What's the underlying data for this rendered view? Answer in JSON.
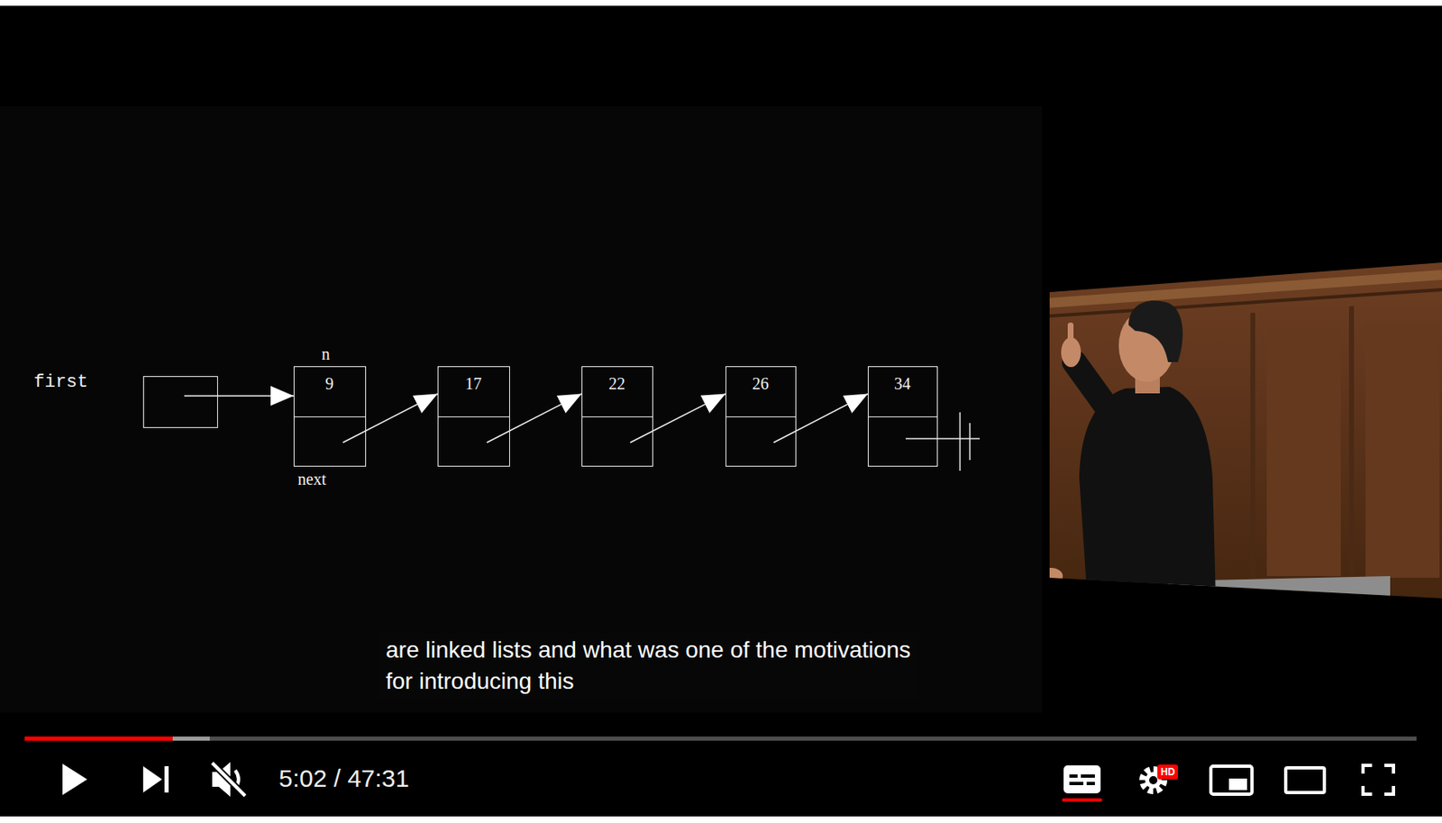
{
  "diagram": {
    "nodes": [
      {
        "text": [
          "first"
        ]
      },
      {
        "text": [
          "n",
          "9",
          "next"
        ]
      },
      {
        "text": [
          "17"
        ]
      },
      {
        "text": [
          "22"
        ]
      },
      {
        "text": [
          "26"
        ]
      },
      {
        "text": [
          "34"
        ]
      }
    ],
    "edges": [
      {
        "from": 0,
        "to": 1,
        "arrow": "to"
      },
      {
        "from": 1,
        "to": 2,
        "arrow": "to"
      },
      {
        "from": 2,
        "to": 3,
        "arrow": "to"
      },
      {
        "from": 3,
        "to": 4,
        "arrow": "to"
      },
      {
        "from": 4,
        "to": 5,
        "arrow": "to"
      }
    ],
    "labels": [
      "are linked lists and what was one of the motivations for introducing this",
      "5:02 / 47:31",
      "HD"
    ]
  }
}
